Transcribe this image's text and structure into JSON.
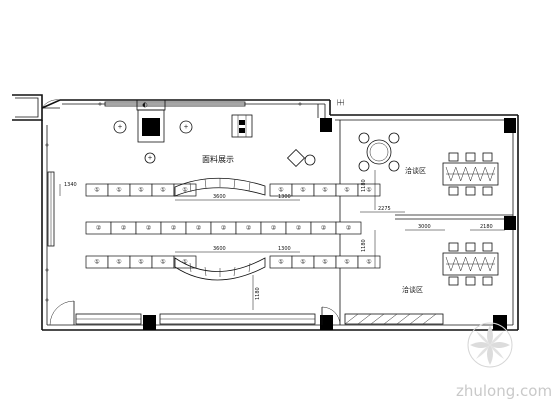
{
  "labels": {
    "main_area": "面料展示",
    "negotiation_top": "洽谈区",
    "negotiation_bottom": "洽谈区"
  },
  "dimensions": {
    "d_1340": "1340",
    "d_3600_top": "3600",
    "d_1300_top": "1300",
    "d_3600_bottom": "3600",
    "d_1300_bottom": "1300",
    "d_2275": "2275",
    "d_1180a": "1180",
    "d_1180b": "1180",
    "d_1180c": "1180",
    "d_3000": "3000",
    "d_2180": "2180"
  },
  "rows": [
    {
      "id": "row-1",
      "mark": "①",
      "left_count": 5,
      "right_count": 5
    },
    {
      "id": "row-2",
      "mark": "②",
      "left_count": 11,
      "right_count": 0
    },
    {
      "id": "row-3",
      "mark": "①",
      "left_count": 5,
      "right_count": 5
    }
  ],
  "watermark": {
    "brand": "zhulong.com"
  },
  "colors": {
    "line": "#111111",
    "watermark": "#c9c9c9"
  }
}
